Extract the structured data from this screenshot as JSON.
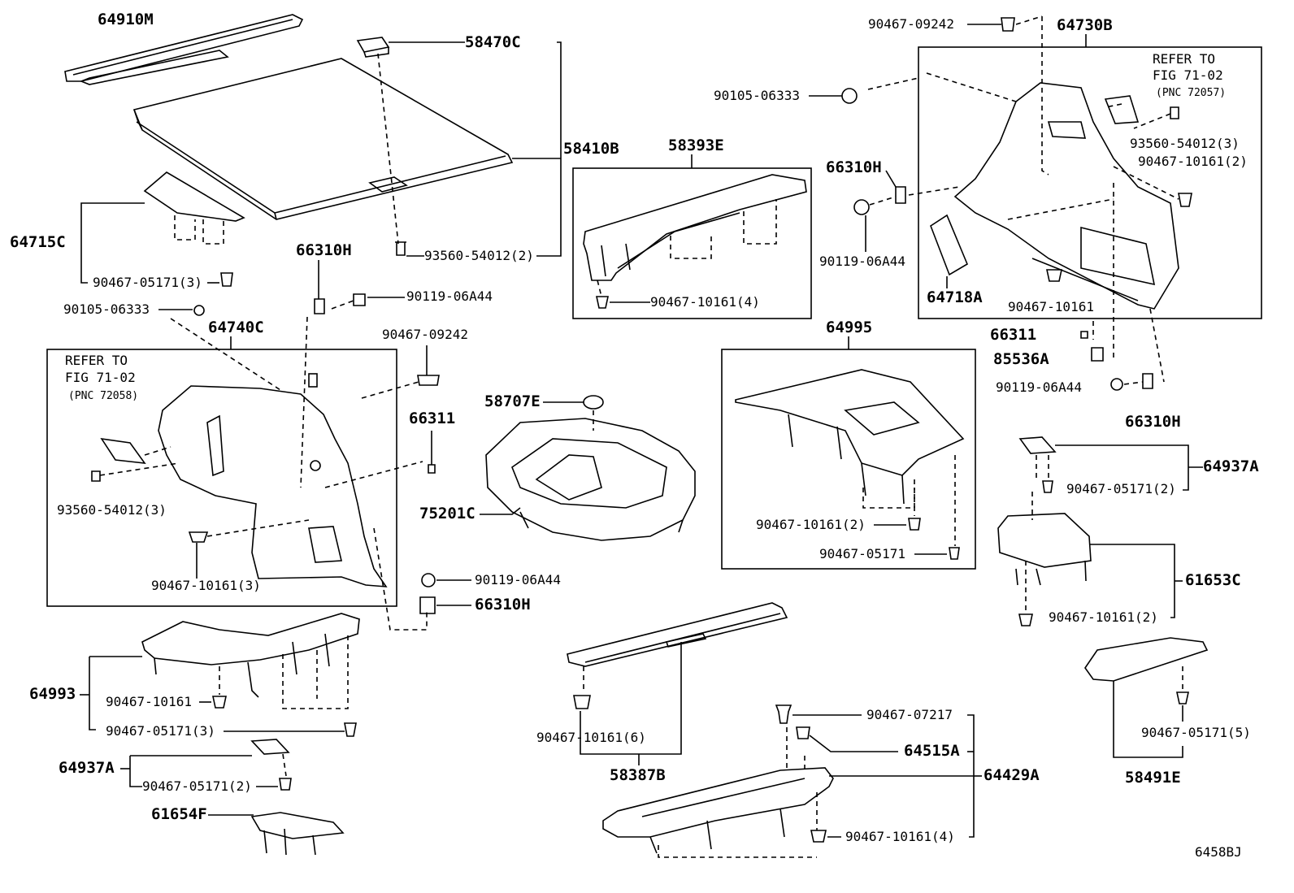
{
  "figure_id": "6458BJ",
  "refer_note_left": {
    "line1": "REFER TO",
    "line2": "FIG 71-02",
    "line3": "(PNC 72058)"
  },
  "refer_note_right": {
    "line1": "REFER TO",
    "line2": "FIG 71-02",
    "line3": "(PNC 72057)"
  },
  "labels": {
    "p64910M": "64910M",
    "p58470C": "58470C",
    "p58410B": "58410B",
    "p64715C": "64715C",
    "f90467_05171_3_a": "90467-05171(3)",
    "f93560_54012_2": "93560-54012(2)",
    "p58393E": "58393E",
    "f90467_10161_4_a": "90467-10161(4)",
    "f90467_09242_top": "90467-09242",
    "p64730B": "64730B",
    "f90105_06333_top": "90105-06333",
    "p66310H_top": "66310H",
    "f90119_06A44_top": "90119-06A44",
    "f93560_54012_3_r": "93560-54012(3)",
    "f90467_10161_2_r": "90467-10161(2)",
    "p64718A": "64718A",
    "f90467_10161_r": "90467-10161",
    "p66311_r": "66311",
    "p85536A": "85536A",
    "f90119_06A44_r": "90119-06A44",
    "p66310H_r": "66310H",
    "p66310H_mid": "66310H",
    "f90119_06A44_mid": "90119-06A44",
    "f90105_06333_left": "90105-06333",
    "p64740C": "64740C",
    "f90467_09242_mid": "90467-09242",
    "f93560_54012_3_l": "93560-54012(3)",
    "f90467_10161_3": "90467-10161(3)",
    "p66311_mid": "66311",
    "p58707E": "58707E",
    "p75201C": "75201C",
    "f90119_06A44_low": "90119-06A44",
    "p66310H_low": "66310H",
    "p64995": "64995",
    "f90467_10161_2_mid": "90467-10161(2)",
    "f90467_05171_mid": "90467-05171",
    "p64937A_r": "64937A",
    "f90467_05171_2_r": "90467-05171(2)",
    "p61653C": "61653C",
    "f90467_10161_2_r2": "90467-10161(2)",
    "f90467_05171_5": "90467-05171(5)",
    "p58491E": "58491E",
    "p64993": "64993",
    "f90467_10161_l": "90467-10161",
    "f90467_05171_3_l": "90467-05171(3)",
    "p64937A_l": "64937A",
    "f90467_05171_2_l": "90467-05171(2)",
    "p61654F": "61654F",
    "f90467_10161_6": "90467-10161(6)",
    "p58387B": "58387B",
    "f90467_07217": "90467-07217",
    "p64515A": "64515A",
    "p64429A": "64429A",
    "f90467_10161_4_b": "90467-10161(4)"
  }
}
